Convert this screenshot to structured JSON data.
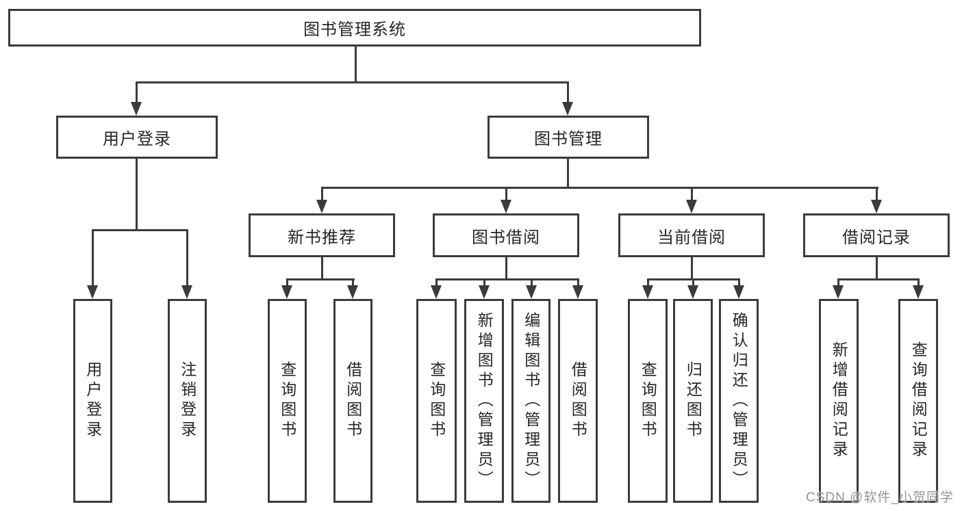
{
  "diagram": {
    "root": {
      "label": "图书管理系统"
    },
    "level2": [
      {
        "label": "用户登录"
      },
      {
        "label": "图书管理"
      }
    ],
    "level3": [
      {
        "label": "新书推荐"
      },
      {
        "label": "图书借阅"
      },
      {
        "label": "当前借阅"
      },
      {
        "label": "借阅记录"
      }
    ],
    "leaves": {
      "user_login": [
        {
          "label": "用户登录"
        },
        {
          "label": "注销登录"
        }
      ],
      "new_book_recommend": [
        {
          "label": "查询图书"
        },
        {
          "label": "借阅图书"
        }
      ],
      "book_borrow": [
        {
          "label": "查询图书"
        },
        {
          "label": "新增图书（管理员）"
        },
        {
          "label": "编辑图书（管理员）"
        },
        {
          "label": "借阅图书"
        }
      ],
      "current_borrow": [
        {
          "label": "查询图书"
        },
        {
          "label": "归还图书"
        },
        {
          "label": "确认归还（管理员）"
        }
      ],
      "borrow_record": [
        {
          "label": "新增借阅记录"
        },
        {
          "label": "查询借阅记录"
        }
      ]
    }
  },
  "watermark": {
    "text": "CSDN @软件_小贺同学"
  },
  "colors": {
    "line": "#3b3b3b",
    "text": "#262626",
    "bg": "#ffffff",
    "watermark": "#949494"
  }
}
